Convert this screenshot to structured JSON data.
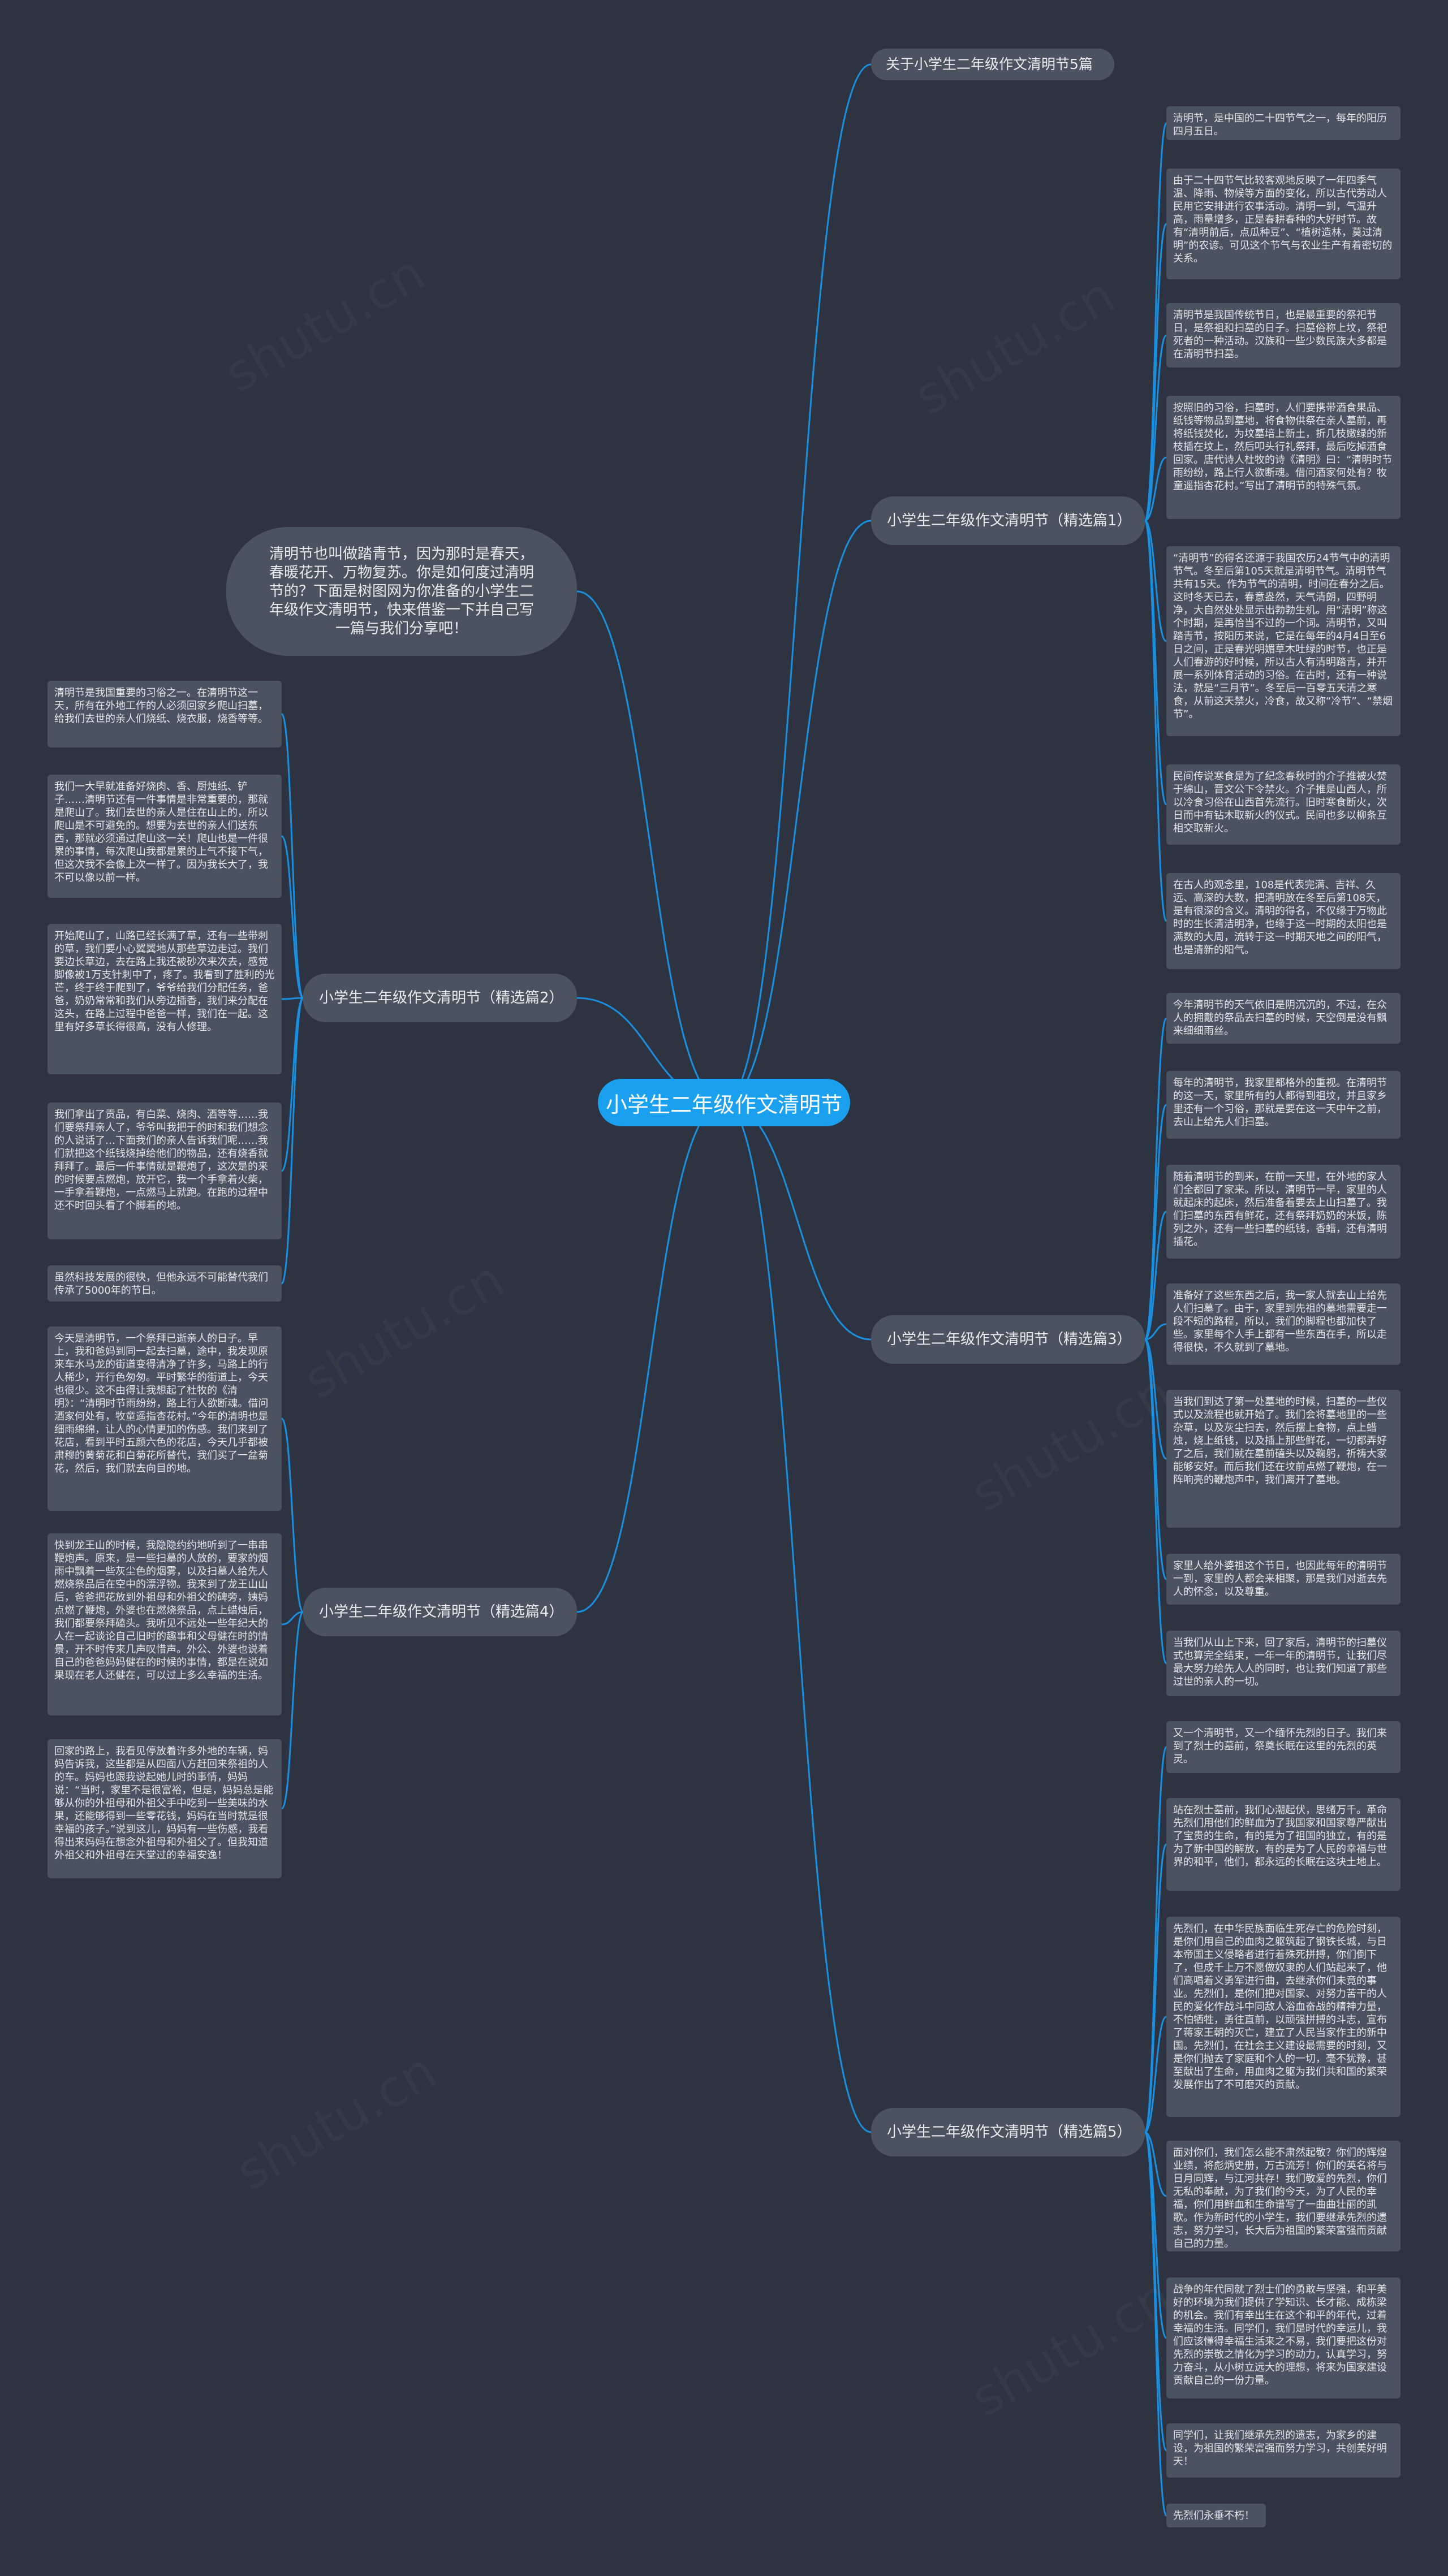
{
  "root": {
    "label": "小学生二年级作文清明节"
  },
  "intro": "清明节也叫做踏青节，因为那时是春天，春暖花开、万物复苏。你是如何度过清明节的？下面是树图网为你准备的小学生二年级作文清明节，快来借鉴一下并自己写一篇与我们分享吧！",
  "top_title": "关于小学生二年级作文清明节5篇",
  "watermark": "shutu.cn",
  "link_color": "#1a8fe0",
  "branches": {
    "b1": {
      "label": "小学生二年级作文清明节（精选篇1）",
      "leaves": [
        "清明节，是中国的二十四节气之一，每年的阳历四月五日。",
        "由于二十四节气比较客观地反映了一年四季气温、降雨、物候等方面的变化，所以古代劳动人民用它安排进行农事活动。清明一到，气温升高，雨量增多，正是春耕春种的大好时节。故有“清明前后，点瓜种豆”、“植树造林，莫过清明”的农谚。可见这个节气与农业生产有着密切的关系。",
        "清明节是我国传统节日，也是最重要的祭祀节日，是祭祖和扫墓的日子。扫墓俗称上坟，祭祀死者的一种活动。汉族和一些少数民族大多都是在清明节扫墓。",
        "按照旧的习俗，扫墓时，人们要携带酒食果品、纸钱等物品到墓地，将食物供祭在亲人墓前，再将纸钱焚化，为坟墓培上新土，折几枝嫩绿的新枝插在坟上，然后叩头行礼祭拜，最后吃掉酒食回家。唐代诗人杜牧的诗《清明》曰：“清明时节雨纷纷，路上行人欲断魂。借问酒家何处有？牧童遥指杏花村。”写出了清明节的特殊气氛。",
        "“清明节”的得名还源于我国农历24节气中的清明节气。冬至后第105天就是清明节气。清明节气共有15天。作为节气的清明，时间在春分之后。这时冬天已去，春意盎然，天气清朗，四野明净，大自然处处显示出勃勃生机。用“清明”称这个时期，是再恰当不过的一个词。清明节，又叫踏青节，按阳历来说，它是在每年的4月4日至6日之间，正是春光明媚草木吐绿的时节，也正是人们春游的好时候，所以古人有清明踏青，并开展一系列体育活动的习俗。在古时，还有一种说法，就是“三月节”。冬至后一百零五天清之寒食，从前这天禁火，冷食，故又称“冷节”、“禁烟节”。",
        "民间传说寒食是为了纪念春秋时的介子推被火焚于绵山，晋文公下令禁火。介子推是山西人，所以冷食习俗在山西首先流行。旧时寒食断火，次日而中有钻木取新火的仪式。民间也多以柳条互相交取新火。",
        "在古人的观念里，108是代表完满、吉祥、久远、高深的大数，把清明放在冬至后第108天，是有很深的含义。清明的得名，不仅缘于万物此时的生长清洁明净，也缘于这一时期的太阳也是满数的大周，流转于这一时期天地之间的阳气，也是清新的阳气。"
      ]
    },
    "b2": {
      "label": "小学生二年级作文清明节（精选篇2）",
      "leaves": [
        "清明节是我国重要的习俗之一。在清明节这一天，所有在外地工作的人必须回家乡爬山扫墓，给我们去世的亲人们烧纸、烧衣服，烧香等等。",
        "我们一大早就准备好烧肉、香、厨烛纸、铲子……清明节还有一件事情是非常重要的，那就是爬山了。我们去世的亲人是住在山上的，所以爬山是不可避免的。想要为去世的亲人们送东西，那就必须通过爬山这一关！爬山也是一件很累的事情，每次爬山我都是累的上气不接下气，但这次我不会像上次一样了。因为我长大了，我不可以像以前一样。",
        "开始爬山了，山路已经长满了草，还有一些带刺的草，我们要小心翼翼地从那些草边走过。我们要边长草边，去在路上我还被砂次来次去，感觉脚像被1万支针刺中了，疼了。我看到了胜利的光芒，终于终于爬到了，爷爷给我们分配任务，爸爸，奶奶常常和我们从旁边插香，我们来分配在这头，在路上过程中爸爸一样，我们在一起。这里有好多草长得很高，没有人修理。",
        "我们拿出了贡品，有白菜、烧肉、酒等等……我们要祭拜亲人了，爷爷叫我把于的时和我们想念的人说话了…下面我们的亲人告诉我们呢……我们就把这个纸钱烧掉给他们的物品，还有烧香就拜拜了。最后一件事情就是鞭炮了，这次是的来的时候要点燃炮，放开它，我一个手拿着火柴，一手拿着鞭炮，一点燃马上就跑。在跑的过程中还不时回头看了个脚着的地。",
        "虽然科技发展的很快，但他永远不可能替代我们传承了5000年的节日。"
      ]
    },
    "b3": {
      "label": "小学生二年级作文清明节（精选篇3）",
      "leaves": [
        "今年清明节的天气依旧是阴沉沉的，不过，在众人的拥戴的祭品去扫墓的时候，天空倒是没有飘来细细雨丝。",
        "每年的清明节，我家里都格外的重视。在清明节的这一天，家里所有的人都得到祖坟，并且家乡里还有一个习俗，那就是要在这一天中午之前，去山上给先人们扫墓。",
        "随着清明节的到来，在前一天里，在外地的家人们全都回了家来。所以，清明节一早，家里的人就起床的起床，然后准备着要去上山扫墓了。我们扫墓的东西有鲜花，还有祭拜奶奶的米饭，陈列之外，还有一些扫墓的纸钱，香蜡，还有清明插花。",
        "准备好了这些东西之后，我一家人就去山上给先人们扫墓了。由于，家里到先祖的墓地需要走一段不短的路程，所以，我们的脚程也都加快了些。家里每个人手上都有一些东西在手，所以走得很快，不久就到了墓地。",
        "当我们到达了第一处墓地的时候，扫墓的一些仪式以及流程也就开始了。我们会将墓地里的一些杂草，以及灰尘扫去，然后摆上食物，点上蜡烛，烧上纸钱，以及插上那些鲜花，一切都弄好了之后，我们就在墓前磕头以及鞠躬，祈祷大家能够安好。而后我们还在坟前点燃了鞭炮，在一阵响亮的鞭炮声中，我们离开了墓地。",
        "家里人给外婆祖这个节日，也因此每年的清明节一到，家里的人都会来相聚，那是我们对逝去先人的怀念，以及尊重。",
        "当我们从山上下来，回了家后，清明节的扫墓仪式也算完全结束，一年一年的清明节，让我们尽最大努力给先人人的同时，也让我们知道了那些过世的亲人的一切。"
      ]
    },
    "b4": {
      "label": "小学生二年级作文清明节（精选篇4）",
      "leaves": [
        "今天是清明节，一个祭拜已逝亲人的日子。早上，我和爸妈到同一起去扫墓，途中，我发现原来车水马龙的街道变得清净了许多，马路上的行人稀少，开行色匆匆。平时繁华的街道上，今天也很少。这不由得让我想起了杜牧的《清明》：“清明时节雨纷纷，路上行人欲断魂。借问酒家何处有，牧童遥指杏花村。”今年的清明也是细雨绵绵，让人的心情更加的伤感。我们来到了花店，看到平时五颜六色的花店，今天几乎都被肃穆的黄菊花和白菊花所替代，我们买了一盆菊花，然后，我们就去向目的地。",
        "快到龙王山的时候，我隐隐约约地听到了一串串鞭炮声。原来，是一些扫墓的人放的，要家的烟雨中飘着一些灰尘色的烟雾，以及扫墓人给先人燃烧祭品后在空中的漂浮物。我来到了龙王山山后，爸爸把花放到外祖母和外祖父的碑旁，姨妈点燃了鞭炮，外婆也在燃烧祭品，点上蜡烛后，我们都要祭拜磕头。我听见不远处一些年纪大的人在一起谈论自己旧时的趣事和父母健在时的情景，开不时传来几声叹惜声。外公、外婆也说着自己的爸爸妈妈健在的时候的事情，都是在说如果现在老人还健在，可以过上多么幸福的生活。",
        "回家的路上，我看见停放着许多外地的车辆，妈妈告诉我，这些都是从四面八方赶回来祭祖的人的车。妈妈也跟我说起她儿时的事情，妈妈说：“当时，家里不是很富裕，但是，妈妈总是能够从你的外祖母和外祖父手中吃到一些美味的水果，还能够得到一些零花钱，妈妈在当时就是很幸福的孩子。”说到这儿，妈妈有一些伤感，我看得出来妈妈在想念外祖母和外祖父了。但我知道外祖父和外祖母在天堂过的幸福安逸！"
      ]
    },
    "b5": {
      "label": "小学生二年级作文清明节（精选篇5）",
      "leaves": [
        "又一个清明节，又一个缅怀先烈的日子。我们来到了烈士的墓前，祭奠长眠在这里的先烈的英灵。",
        "站在烈士墓前，我们心潮起伏，思绪万千。革命先烈们用他们的鲜血为了我国家和国家尊严献出了宝贵的生命，有的是为了祖国的独立，有的是为了新中国的解放，有的是为了人民的幸福与世界的和平，他们，都永远的长眠在这块土地上。",
        "先烈们，在中华民族面临生死存亡的危险时刻，是你们用自己的血肉之躯筑起了钢铁长城，与日本帝国主义侵略者进行着殊死拼搏，你们倒下了，但成千上万不愿做奴隶的人们站起来了，他们高唱着义勇军进行曲，去继承你们未竟的事业。先烈们，是你们把对国家、对努力苦干的人民的爱化作战斗中同敌人浴血奋战的精神力量，不怕牺牲，勇往直前，以顽强拼搏的斗志，宣布了蒋家王朝的灭亡，建立了人民当家作主的新中国。先烈们，在社会主义建设最需要的时刻，又是你们抛去了家庭和个人的一切，毫不犹豫，甚至献出了生命，用血肉之躯为我们共和国的繁荣发展作出了不可磨灭的贡献。",
        "面对你们，我们怎么能不肃然起敬？你们的辉煌业绩，将彪炳史册，万古流芳！你们的英名将与日月同辉，与江河共存！我们敬爱的先烈，你们无私的奉献，为了我们的今天，为了人民的幸福，你们用鲜血和生命谱写了一曲曲壮丽的凯歌。作为新时代的小学生，我们要继承先烈的遗志，努力学习，长大后为祖国的繁荣富强而贡献自己的力量。",
        "战争的年代同就了烈士们的勇敢与坚强，和平美好的环境为我们提供了学知识、长才能、成栋梁的机会。我们有幸出生在这个和平的年代，过着幸福的生活。同学们，我们是时代的幸运儿，我们应该懂得幸福生活来之不易，我们要把这份对先烈的崇敬之情化为学习的动力，认真学习，努力奋斗，从小树立远大的理想，将来为国家建设贡献自己的一份力量。",
        "同学们，让我们继承先烈的遗志，为家乡的建设，为祖国的繁荣富强而努力学习，共创美好明天！",
        "先烈们永垂不朽！"
      ]
    }
  }
}
